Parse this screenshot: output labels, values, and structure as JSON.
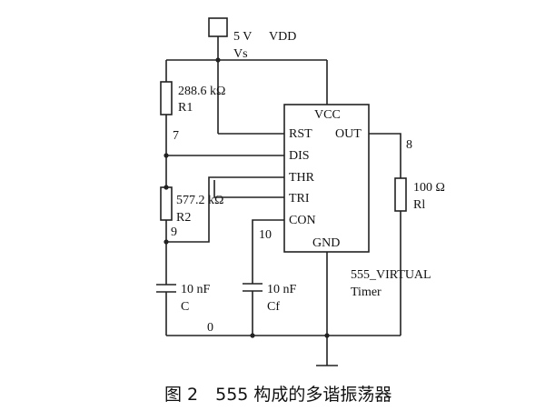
{
  "supply": {
    "voltage": "5 V",
    "name": "VDD",
    "label": "Vs"
  },
  "r1": {
    "value": "288.6 kΩ",
    "name": "R1"
  },
  "r2": {
    "value": "577.2 kΩ",
    "name": "R2"
  },
  "rl": {
    "value": "100 Ω",
    "name": "Rl"
  },
  "c": {
    "value": "10 nF",
    "name": "C"
  },
  "cf": {
    "value": "10 nF",
    "name": "Cf"
  },
  "ic": {
    "vcc": "VCC",
    "rst": "RST",
    "out": "OUT",
    "dis": "DIS",
    "thr": "THR",
    "tri": "TRI",
    "con": "CON",
    "gnd": "GND",
    "model": "555_VIRTUAL",
    "type": "Timer"
  },
  "nodes": {
    "n7": "7",
    "n8": "8",
    "n9": "9",
    "n10": "10",
    "n0": "0"
  },
  "caption": "图 2　555 构成的多谐振荡器"
}
